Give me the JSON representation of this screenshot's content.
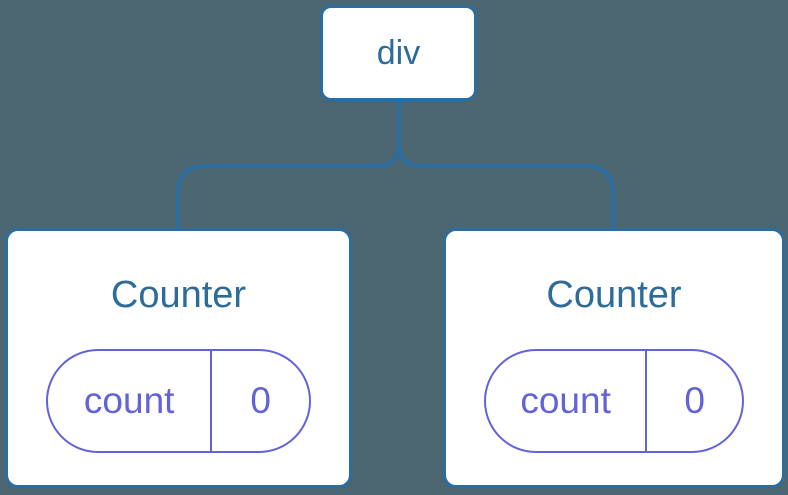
{
  "colors": {
    "background": "#4B6670",
    "tree_line": "#2B6DA0",
    "node_border": "#2B6DA0",
    "node_bg": "#FFFFFF",
    "node_text": "#2D6C99",
    "state_accent": "#6262D9"
  },
  "tree": {
    "root": {
      "label": "div"
    },
    "children": [
      {
        "title": "Counter",
        "state": {
          "key": "count",
          "value": "0"
        }
      },
      {
        "title": "Counter",
        "state": {
          "key": "count",
          "value": "0"
        }
      }
    ]
  }
}
